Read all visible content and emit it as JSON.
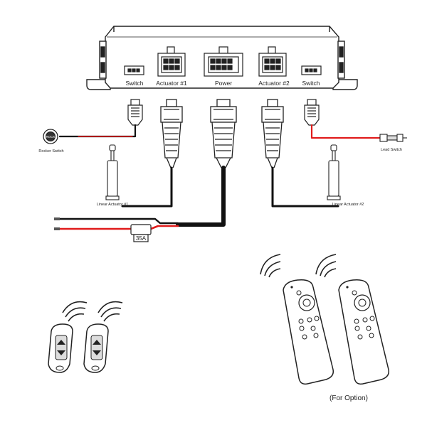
{
  "controller": {
    "ports": {
      "switch_left": "Switch",
      "actuator1": "Actuator #1",
      "power": "Power",
      "actuator2": "Actuator #2",
      "switch_right": "Switch"
    }
  },
  "components": {
    "rocker_switch": "Rocker Switch",
    "rocker_button": "ROCK",
    "lead_switch": "Lead Switch",
    "linear_actuator_1": "Linear Actuator #1",
    "linear_actuator_2": "Linear Actuator #2",
    "fuse": "35A"
  },
  "remotes": {
    "option_caption": "(For Option)"
  },
  "colors": {
    "wire_red": "#e01b1b",
    "wire_black": "#111111",
    "outline": "#222222"
  }
}
